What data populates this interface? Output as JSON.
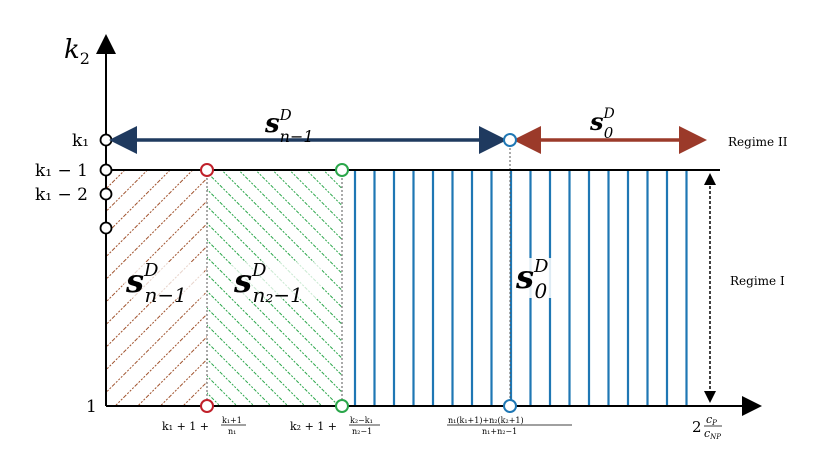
{
  "axes": {
    "y_label": "k",
    "y_label_sub": "2",
    "x_end_label_num": "c",
    "x_end_label_num_sub": "P",
    "x_end_label_den": "c",
    "x_end_label_den_sub": "NP",
    "x_end_label_coef": "2"
  },
  "y_ticks": {
    "k1": "k₁",
    "k1_minus_1": "k₁ − 1",
    "k1_minus_2": "k₁ − 2",
    "one": "1"
  },
  "x_ticks": {
    "t1_main": "k₁ + 1 +",
    "t1_num": "k₁+1",
    "t1_den": "n₁",
    "t2_main": "k₂ + 1 +",
    "t2_num": "k₂−k₁",
    "t2_den": "n₂−1",
    "t3_num": "n₁(k₁+1)+n₂(k₂+1)",
    "t3_den": "n₁+n₂−1"
  },
  "regimes": {
    "regime1": "Regime I",
    "regime2": "Regime II"
  },
  "region_labels": {
    "brown_main": "s",
    "brown_sup": "D",
    "brown_sub": "n−1",
    "green_main": "s",
    "green_sup": "D",
    "green_sub": "n₂−1",
    "blue_main": "s",
    "blue_sup": "D",
    "blue_sub": "0"
  },
  "arrow_labels": {
    "left_main": "s",
    "left_sup": "D",
    "left_sub": "n−1",
    "right_main": "s",
    "right_sup": "D",
    "right_sub": "0"
  },
  "colors": {
    "brown": "#a0522d",
    "green": "#2aa64a",
    "blue": "#1f77b4",
    "navy": "#1f3a5f",
    "red_arrow": "#9b3a2a",
    "red_circle": "#c0202a",
    "green_circle": "#2aa64a",
    "blue_circle": "#1f77b4"
  }
}
